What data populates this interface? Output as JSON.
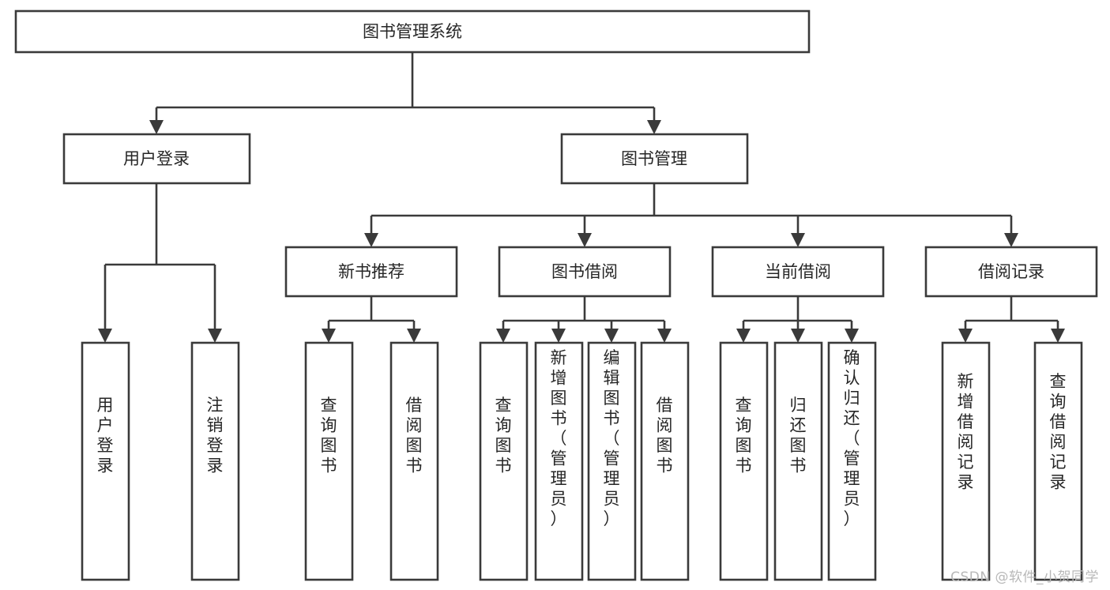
{
  "diagram": {
    "title": "图书管理系统",
    "type": "tree-hierarchy",
    "watermark": "CSDN @软件_小贺同学",
    "root": {
      "id": "root",
      "label": "图书管理系统"
    },
    "level2": [
      {
        "id": "user-login",
        "label": "用户登录"
      },
      {
        "id": "book-manage",
        "label": "图书管理"
      }
    ],
    "level3": [
      {
        "id": "new-book-rec",
        "label": "新书推荐",
        "parent": "book-manage"
      },
      {
        "id": "book-borrow",
        "label": "图书借阅",
        "parent": "book-manage"
      },
      {
        "id": "current-borrow",
        "label": "当前借阅",
        "parent": "book-manage"
      },
      {
        "id": "borrow-record",
        "label": "借阅记录",
        "parent": "book-manage"
      }
    ],
    "leaves": [
      {
        "id": "leaf-user-login",
        "label": "用户登录",
        "parent": "user-login"
      },
      {
        "id": "leaf-logout-login",
        "label": "注销登录",
        "parent": "user-login"
      },
      {
        "id": "leaf-query-book-1",
        "label": "查询图书",
        "parent": "new-book-rec"
      },
      {
        "id": "leaf-borrow-book-1",
        "label": "借阅图书",
        "parent": "new-book-rec"
      },
      {
        "id": "leaf-query-book-2",
        "label": "查询图书",
        "parent": "book-borrow"
      },
      {
        "id": "leaf-add-book",
        "label": "新增图书（管理员）",
        "parent": "book-borrow"
      },
      {
        "id": "leaf-edit-book",
        "label": "编辑图书（管理员）",
        "parent": "book-borrow"
      },
      {
        "id": "leaf-borrow-book-2",
        "label": "借阅图书",
        "parent": "book-borrow"
      },
      {
        "id": "leaf-query-book-3",
        "label": "查询图书",
        "parent": "current-borrow"
      },
      {
        "id": "leaf-return-book",
        "label": "归还图书",
        "parent": "current-borrow"
      },
      {
        "id": "leaf-confirm-return",
        "label": "确认归还（管理员）",
        "parent": "current-borrow"
      },
      {
        "id": "leaf-add-record",
        "label": "新增借阅记录",
        "parent": "borrow-record"
      },
      {
        "id": "leaf-query-record",
        "label": "查询借阅记录",
        "parent": "borrow-record"
      }
    ],
    "colors": {
      "stroke": "#3a3a3a",
      "fill": "#ffffff",
      "text": "#262626",
      "watermark": "#b8b8b8"
    }
  }
}
